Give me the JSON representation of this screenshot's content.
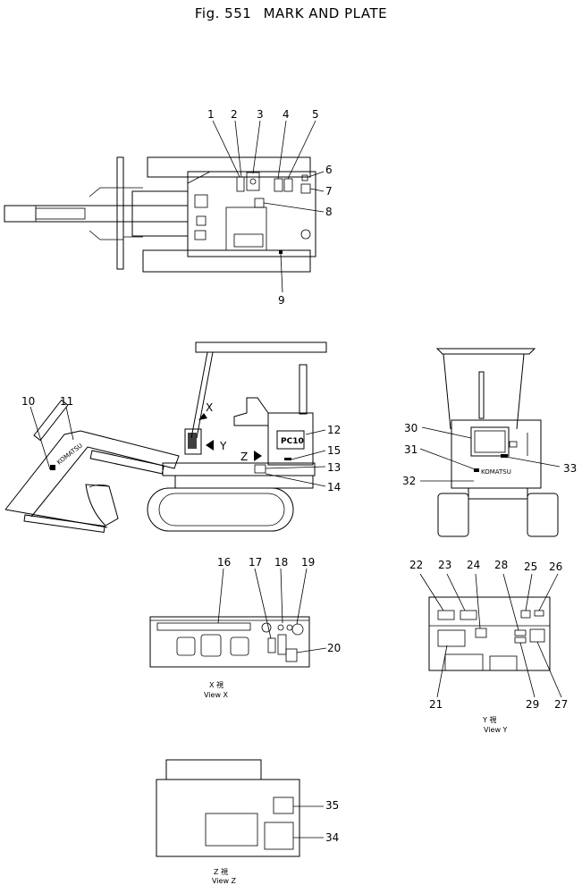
{
  "figure": {
    "number": "Fig. 551",
    "title": "MARK AND PLATE"
  },
  "machine_marks": {
    "model": "PC10",
    "brand": "KOMATSU"
  },
  "views": {
    "x": {
      "caption_jp": "X 視",
      "caption_en": "View X"
    },
    "y": {
      "caption_jp": "Y 視",
      "caption_en": "View Y"
    },
    "z": {
      "caption_jp": "Z 視",
      "caption_en": "View Z"
    }
  },
  "arrow_labels": {
    "x": "X",
    "y": "Y",
    "z": "Z"
  },
  "callouts": [
    "1",
    "2",
    "3",
    "4",
    "5",
    "6",
    "7",
    "8",
    "9",
    "10",
    "11",
    "12",
    "13",
    "14",
    "15",
    "16",
    "17",
    "18",
    "19",
    "20",
    "21",
    "22",
    "23",
    "24",
    "25",
    "26",
    "27",
    "28",
    "29",
    "30",
    "31",
    "32",
    "33",
    "34",
    "35"
  ]
}
